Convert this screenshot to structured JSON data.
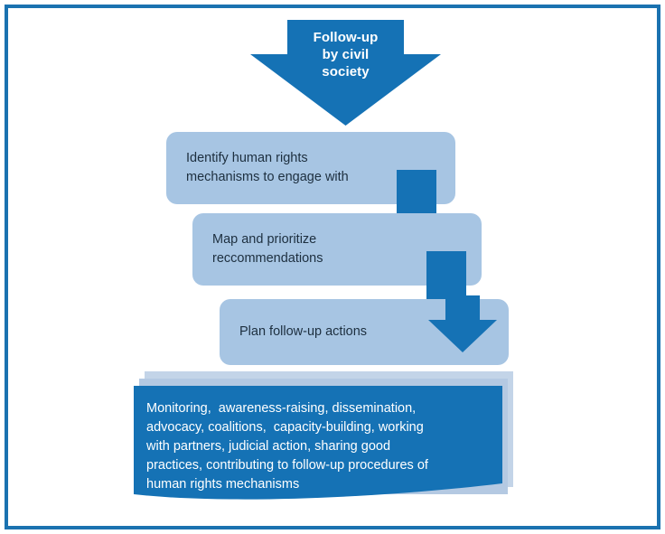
{
  "figure": {
    "title_arrow": {
      "name": "follow-up-by-civil-society",
      "lines": [
        "Follow-up",
        "by civil",
        "society"
      ]
    },
    "steps": [
      {
        "id": "identify-mechanisms",
        "lines": [
          "Identify human rights",
          "mechanisms to engage with"
        ]
      },
      {
        "id": "map-prioritize",
        "lines": [
          "Map and prioritize",
          "reccommendations"
        ]
      },
      {
        "id": "plan-actions",
        "lines": [
          "Plan follow-up actions"
        ]
      }
    ],
    "outcome": {
      "id": "follow-up-activities",
      "lines": [
        "Monitoring,  awareness-raising, dissemination,",
        "advocacy, coalitions,  capacity-building, working",
        "with partners, judicial action, sharing good",
        "practices, contributing to follow-up procedures of",
        "human rights mechanisms"
      ]
    },
    "colors": {
      "frame": "#1a72b0",
      "accent_dark_blue": "#1572b5",
      "step_light_blue": "#a7c5e3",
      "sheet_back": "#c3d4e8",
      "sheet_mid": "#b4c9e2",
      "canvas": "#ffffff",
      "step_text": "#1d2f3f",
      "outcome_text": "#ffffff"
    }
  }
}
